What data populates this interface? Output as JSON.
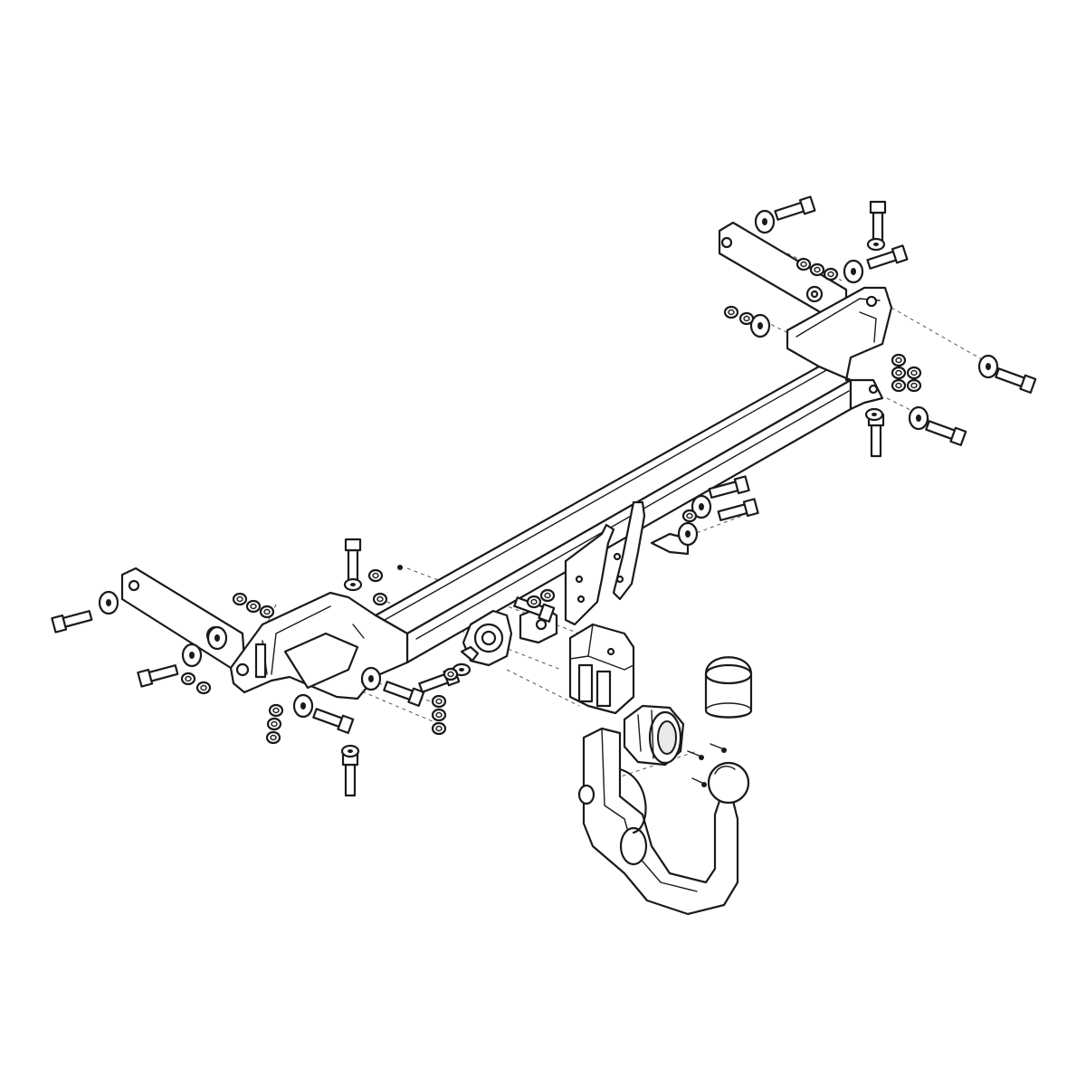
{
  "diagram": {
    "type": "exploded-assembly",
    "colors": {
      "line": "#1a1a1a",
      "background": "#ffffff",
      "shade": "#e9e9e9"
    },
    "components": [
      "main-crossbar",
      "left-side-bracket",
      "right-side-bracket",
      "center-mounting-plate",
      "socket-bracket",
      "electrical-socket",
      "tow-ball-neck",
      "tow-ball-cap",
      "bolts",
      "washers",
      "nuts"
    ]
  }
}
